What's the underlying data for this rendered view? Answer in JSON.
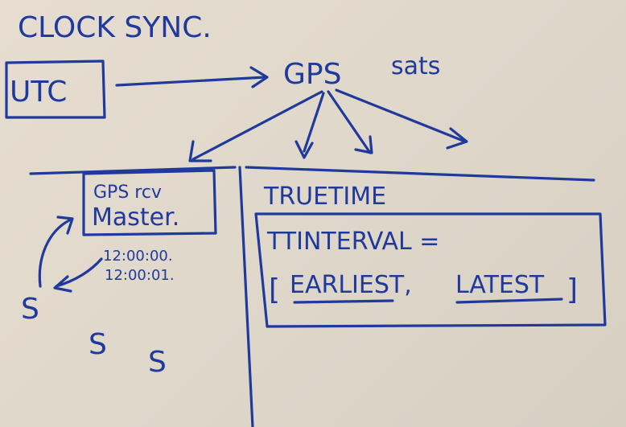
{
  "board": {
    "title": "CLOCK SYNC.",
    "utc_label": "UTC",
    "gps_label": "GPS",
    "sats_label": "sats",
    "gps_rcv_line1": "GPS rcv",
    "gps_rcv_line2": "Master.",
    "time1": "12:00:00.",
    "time2": "12:00:01.",
    "server_s": "S",
    "truetime": "TRUETIME",
    "ttinterval": "TTINTERVAL =",
    "earliest": "EARLIEST,",
    "latest": "LATEST",
    "bracket_open": "[",
    "bracket_close": "]"
  }
}
